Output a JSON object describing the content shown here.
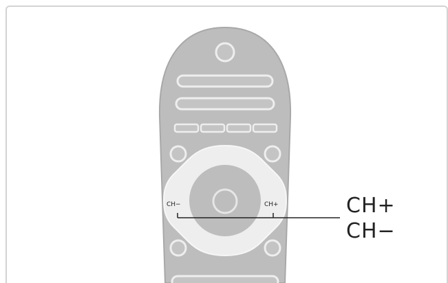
{
  "remote": {
    "left_button_label": "CH−",
    "right_button_label": "CH+"
  },
  "callout": {
    "line1": "CH+",
    "line2": "CH−"
  },
  "colors": {
    "remote_body": "#bdbdbd",
    "remote_highlight": "#e6e6e6",
    "remote_outline": "#9e9e9e",
    "nav_ring": "#eeeeee",
    "frame": "#d3d3d3",
    "text": "#222222"
  }
}
